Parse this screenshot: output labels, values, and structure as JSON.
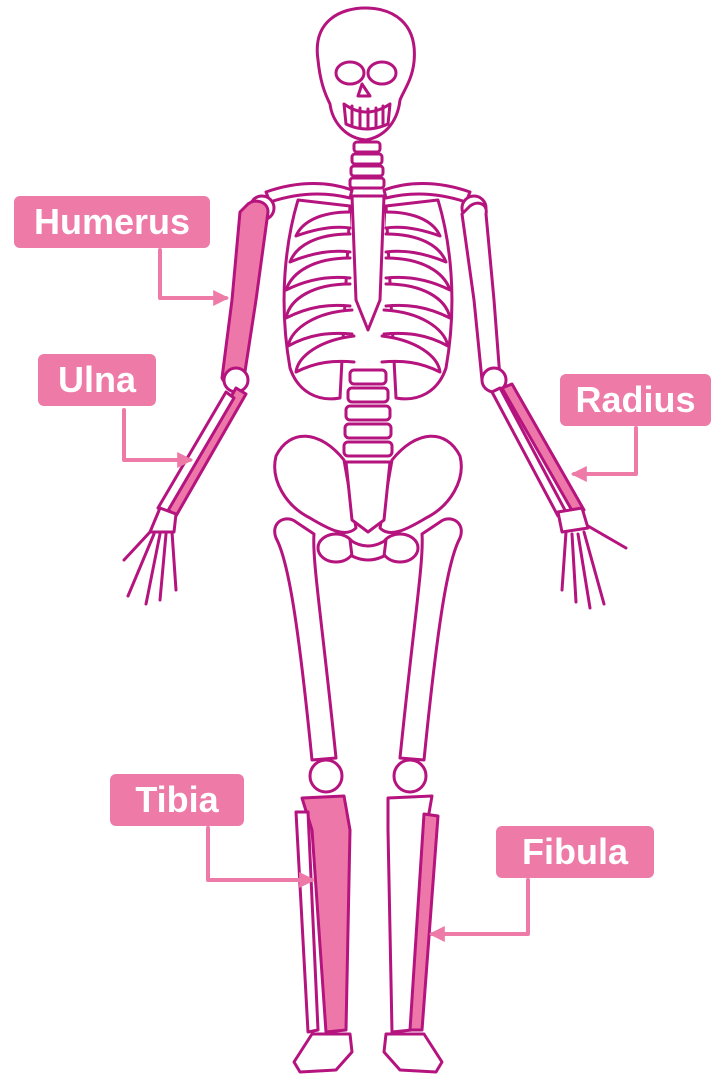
{
  "colors": {
    "outline": "#B5137D",
    "highlight": "#EE77A9",
    "label_bg": "#EE7AA8",
    "label_text": "#FFFFFF",
    "leader": "#EE7AA8",
    "background": "#FFFFFF"
  },
  "labels": {
    "humerus": "Humerus",
    "ulna": "Ulna",
    "radius": "Radius",
    "tibia": "Tibia",
    "fibula": "Fibula"
  },
  "highlighted_bones": [
    "Humerus",
    "Ulna",
    "Radius",
    "Tibia",
    "Fibula"
  ]
}
